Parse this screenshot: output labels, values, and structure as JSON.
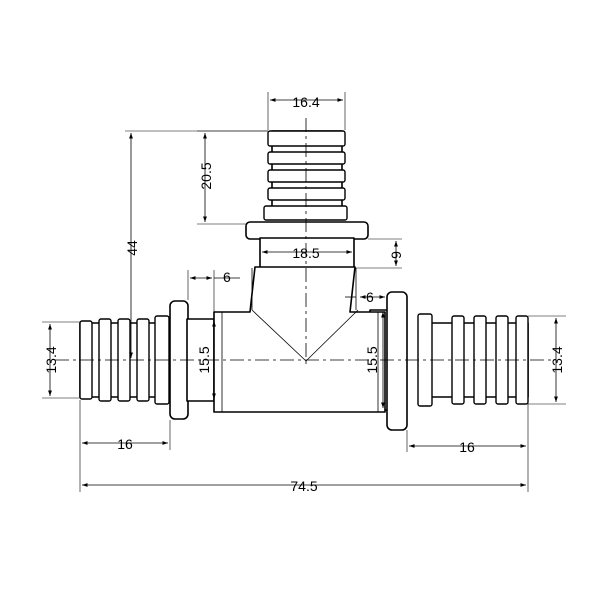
{
  "drawing": {
    "dimensions": {
      "top_outlet_diameter": "16.4",
      "top_outlet_length": "20.5",
      "overall_height": "44",
      "body_top_diameter": "18.5",
      "collar_height": "9",
      "left_shoulder": "6",
      "right_shoulder": "6",
      "left_inner_diameter": "15.5",
      "right_inner_diameter": "15.5",
      "left_outlet_diameter": "13.4",
      "right_outlet_diameter": "13.4",
      "left_outlet_length": "16",
      "right_outlet_length": "16",
      "overall_length": "74.5"
    }
  }
}
